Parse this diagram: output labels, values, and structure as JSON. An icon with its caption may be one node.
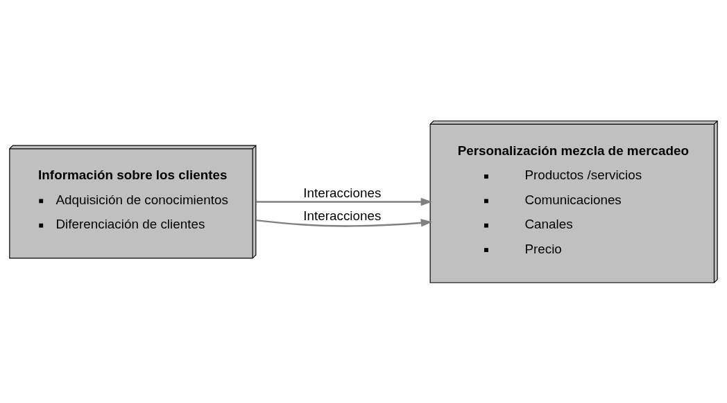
{
  "diagram": {
    "nodes": [
      {
        "text": [
          "Información sobre los clientes",
          "Adquisición de conocimientos",
          "Diferenciación de clientes"
        ]
      },
      {
        "text": [
          "Personalización mezcla de mercadeo",
          "Productos /servicios",
          "Comunicaciones",
          "Canales",
          "Precio"
        ]
      }
    ],
    "edges": [
      {
        "from": 0,
        "to": 1,
        "arrow": "to",
        "label": "Interacciones"
      },
      {
        "from": 0,
        "to": 1,
        "arrow": "to",
        "label": "Interacciones"
      }
    ]
  }
}
